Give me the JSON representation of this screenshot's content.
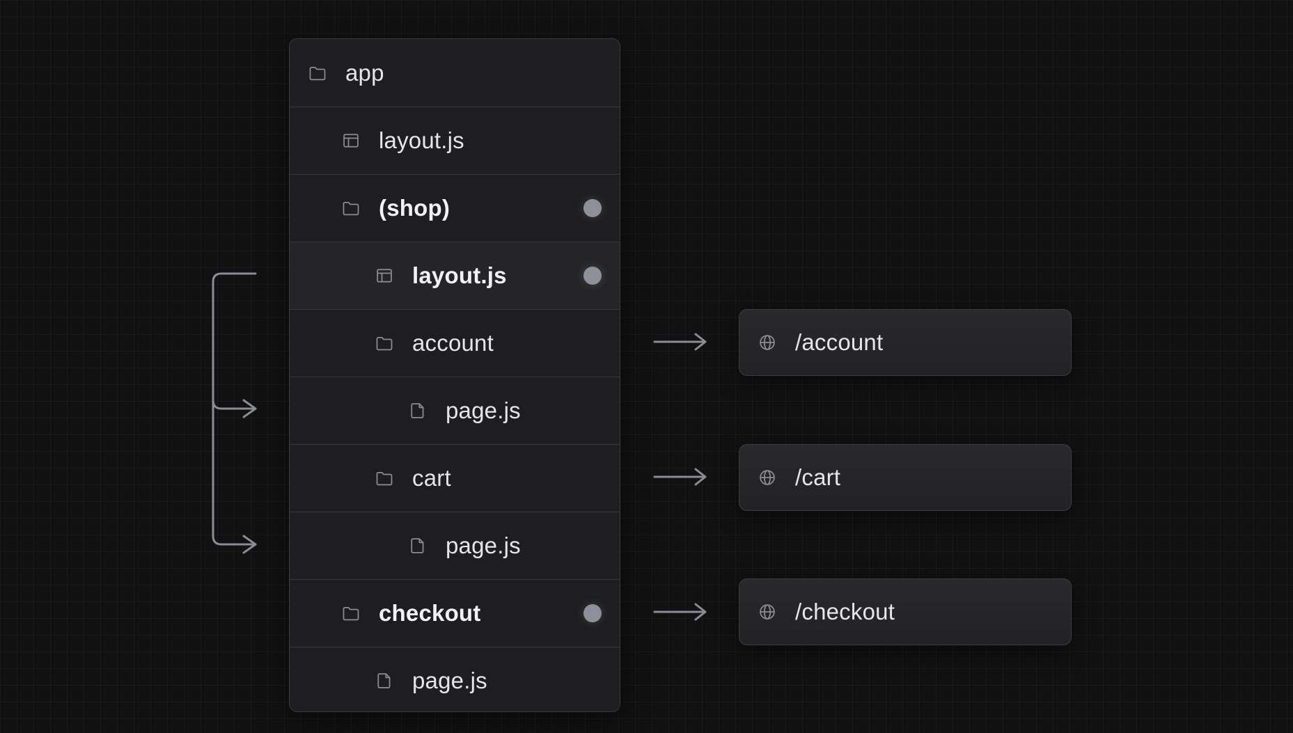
{
  "tree": {
    "rows": [
      {
        "label": "app",
        "icon": "folder-icon",
        "bold": false,
        "marked": false
      },
      {
        "label": "layout.js",
        "icon": "layout-file-icon",
        "bold": false,
        "marked": false
      },
      {
        "label": "(shop)",
        "icon": "folder-icon",
        "bold": true,
        "marked": true
      },
      {
        "label": "layout.js",
        "icon": "layout-file-icon",
        "bold": true,
        "marked": true
      },
      {
        "label": "account",
        "icon": "folder-icon",
        "bold": false,
        "marked": false
      },
      {
        "label": "page.js",
        "icon": "file-icon",
        "bold": false,
        "marked": false
      },
      {
        "label": "cart",
        "icon": "folder-icon",
        "bold": false,
        "marked": false
      },
      {
        "label": "page.js",
        "icon": "file-icon",
        "bold": false,
        "marked": false
      },
      {
        "label": "checkout",
        "icon": "folder-icon",
        "bold": true,
        "marked": true
      },
      {
        "label": "page.js",
        "icon": "file-icon",
        "bold": false,
        "marked": false
      }
    ]
  },
  "routes": [
    {
      "path": "/account",
      "icon": "globe-icon"
    },
    {
      "path": "/cart",
      "icon": "globe-icon"
    },
    {
      "path": "/checkout",
      "icon": "globe-icon"
    }
  ],
  "colors": {
    "background": "#111112",
    "panel": "#1e1e20",
    "border": "#3b3b3f",
    "text": "#e6e6e8",
    "icon": "#8a8d95",
    "marker": "#8d909a",
    "connector": "#8a8d95"
  }
}
